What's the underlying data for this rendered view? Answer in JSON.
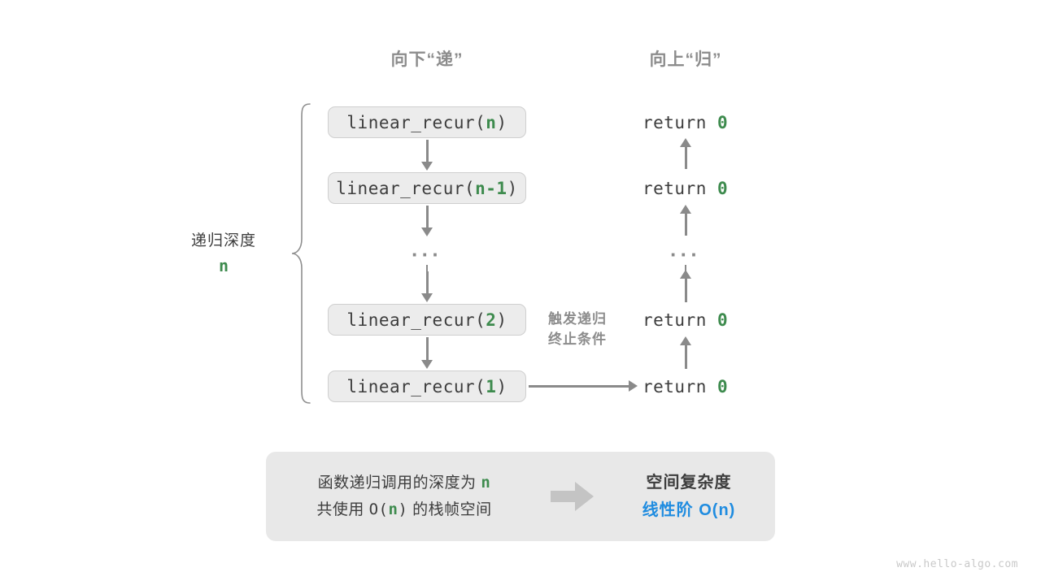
{
  "headings": {
    "down": "向下“递”",
    "up": "向上“归”"
  },
  "depth": {
    "label": "递归深度",
    "value": "n"
  },
  "calls": [
    {
      "prefix": "linear_recur(",
      "arg": "n",
      "suffix": ")"
    },
    {
      "prefix": "linear_recur(",
      "arg": "n-1",
      "suffix": ")"
    },
    {
      "prefix": "linear_recur(",
      "arg": "2",
      "suffix": ")"
    },
    {
      "prefix": "linear_recur(",
      "arg": "1",
      "suffix": ")"
    }
  ],
  "returns": [
    {
      "keyword": "return",
      "value": "0"
    },
    {
      "keyword": "return",
      "value": "0"
    },
    {
      "keyword": "return",
      "value": "0"
    },
    {
      "keyword": "return",
      "value": "0"
    }
  ],
  "ellipsis": "···",
  "trigger_note": {
    "line1": "触发递归",
    "line2": "终止条件"
  },
  "summary": {
    "left_line1_pre": "函数递归调用的深度为 ",
    "left_line1_hl": "n",
    "left_line2_pre": "共使用 ",
    "left_line2_mono_open": "O(",
    "left_line2_hl": "n",
    "left_line2_mono_close": ")",
    "left_line2_post": " 的栈帧空间",
    "right_title": "空间复杂度",
    "right_value": "线性阶 O(n)"
  },
  "watermark": "www.hello-algo.com",
  "colors": {
    "accent_green": "#3e8b4e",
    "accent_blue": "#1f8ce0",
    "arrow_gray": "#8a8a8a",
    "panel_gray": "#e8e8e8",
    "box_gray": "#ececec",
    "heading_gray": "#8c8c8c"
  }
}
